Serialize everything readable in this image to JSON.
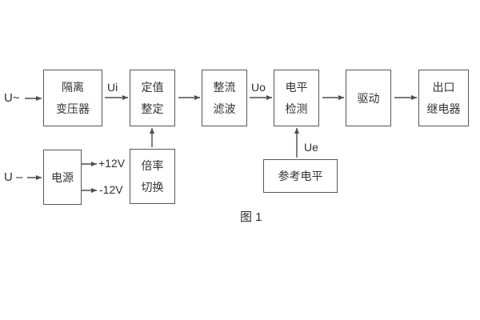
{
  "figure": {
    "caption": "图 1"
  },
  "diagram": {
    "background": "#ffffff",
    "line_color": "#4d4d4d",
    "text_color": "#333333",
    "inputs": {
      "ac": "U~",
      "dc": "U –"
    },
    "signals": {
      "ui": "Ui",
      "uo": "Uo",
      "ue": "Ue",
      "plus12": "+12V",
      "minus12": "-12V"
    },
    "boxes": [
      {
        "id": "isolation-transformer",
        "lines": [
          "隔离",
          "变压器"
        ]
      },
      {
        "id": "setting-adjust",
        "lines": [
          "定值",
          "整定"
        ]
      },
      {
        "id": "rectifier-filter",
        "lines": [
          "整流",
          "滤波"
        ]
      },
      {
        "id": "level-detect",
        "lines": [
          "电平",
          "检测"
        ]
      },
      {
        "id": "driver",
        "lines": [
          "驱动"
        ]
      },
      {
        "id": "output-relay",
        "lines": [
          "出口",
          "继电器"
        ]
      },
      {
        "id": "power-supply",
        "lines": [
          "电源"
        ]
      },
      {
        "id": "multiplier-switch",
        "lines": [
          "倍率",
          "切换"
        ]
      },
      {
        "id": "reference-level",
        "lines": [
          "参考电平"
        ]
      }
    ]
  }
}
